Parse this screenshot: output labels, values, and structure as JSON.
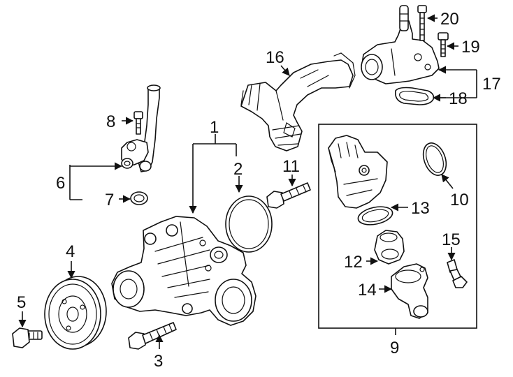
{
  "callouts": {
    "c1": "1",
    "c2": "2",
    "c3": "3",
    "c4": "4",
    "c5": "5",
    "c6": "6",
    "c7": "7",
    "c8": "8",
    "c9": "9",
    "c10": "10",
    "c11": "11",
    "c12": "12",
    "c13": "13",
    "c14": "14",
    "c15": "15",
    "c16": "16",
    "c17": "17",
    "c18": "18",
    "c19": "19",
    "c20": "20"
  },
  "parts": [
    {
      "callout": "1",
      "part": "water-pump"
    },
    {
      "callout": "2",
      "part": "o-ring-gasket"
    },
    {
      "callout": "3",
      "part": "bolt"
    },
    {
      "callout": "4",
      "part": "pulley"
    },
    {
      "callout": "5",
      "part": "bolt"
    },
    {
      "callout": "6",
      "part": "bypass-tube-assembly"
    },
    {
      "callout": "7",
      "part": "o-ring"
    },
    {
      "callout": "8",
      "part": "bolt"
    },
    {
      "callout": "9",
      "part": "thermostat-assembly-group"
    },
    {
      "callout": "10",
      "part": "seal-ring"
    },
    {
      "callout": "11",
      "part": "bolt"
    },
    {
      "callout": "12",
      "part": "thermostat"
    },
    {
      "callout": "13",
      "part": "seal-ring"
    },
    {
      "callout": "14",
      "part": "housing"
    },
    {
      "callout": "15",
      "part": "bolt"
    },
    {
      "callout": "16",
      "part": "hose"
    },
    {
      "callout": "17",
      "part": "outlet-housing-assembly"
    },
    {
      "callout": "18",
      "part": "gasket"
    },
    {
      "callout": "19",
      "part": "bolt"
    },
    {
      "callout": "20",
      "part": "stud"
    }
  ]
}
